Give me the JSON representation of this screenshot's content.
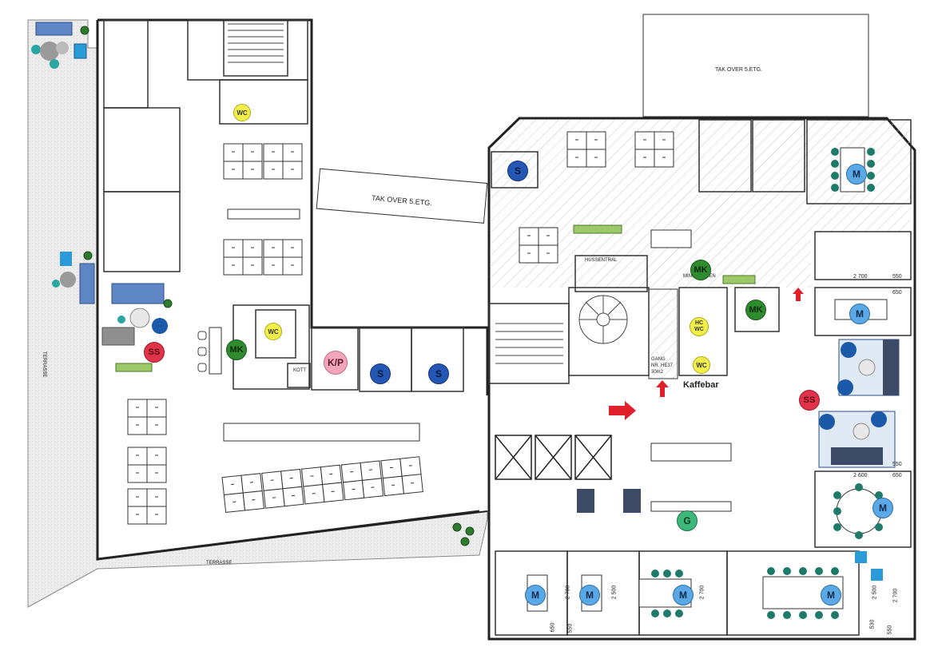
{
  "plan": {
    "terrace_labels": {
      "left": "TERRASSE",
      "bottom": "TERRASSE"
    },
    "roof_labels": {
      "top_right": "TAK OVER 5.ETG.",
      "middle": "TAK OVER 5.ETG."
    },
    "room_labels": {
      "kott": "KOTT",
      "kaffebar": "Kaffebar",
      "hussentral": "HUSSENTRAL",
      "minikjokken": "MINIKJØKKEN",
      "gang_line1": "GANG",
      "gang_line2": "NR. HE37",
      "gang_line3": "30m2"
    },
    "dimensions": {
      "d2700_top": "2 700",
      "d550_top": "550",
      "d650_r1": "650",
      "d2600": "2 600",
      "d550_mid": "550",
      "d2500_r": "2 500",
      "d650_r2": "650",
      "d650_b1": "650",
      "d2700_b1": "2 700",
      "d550_b1": "550",
      "d2700_b2": "2 700",
      "d2500_b": "2 500",
      "d2700_b3": "2 700",
      "d530_b": "530",
      "d550_b2": "550"
    },
    "legend_badges": {
      "meeting": "M",
      "silent": "S",
      "minikitchen": "MK",
      "wc": "WC",
      "hc_wc_line1": "HC",
      "hc_wc_line2": "WC",
      "social_zone": "SS",
      "copy_print": "K/P",
      "wardrobe": "G"
    },
    "colors": {
      "meeting": "#5aa8e6",
      "silent": "#2456b4",
      "minikitchen": "#2e8b2e",
      "wc": "#f3ef4a",
      "social_zone": "#e0334a",
      "copy_print": "#f2a5bb",
      "wardrobe": "#3db87a",
      "arrow": "#e0202a",
      "wall": "#222222",
      "terrace": "#e6e6e6",
      "hatch": "#bfbfbf"
    }
  }
}
